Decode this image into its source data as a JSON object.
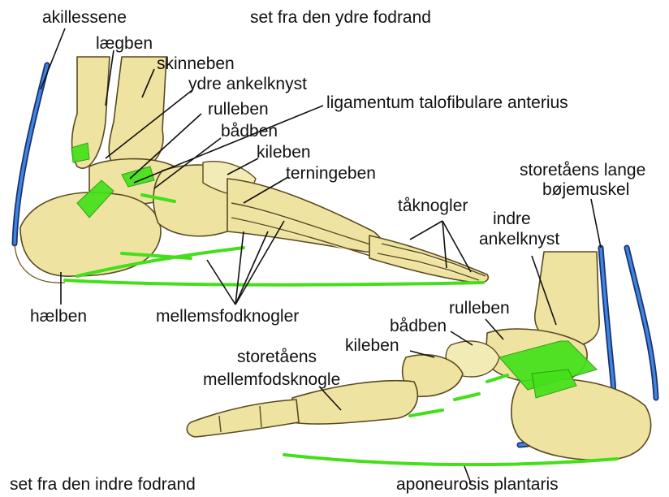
{
  "labels": {
    "view_outer": "set fra den ydre fodrand",
    "view_inner": "set fra den indre fodrand",
    "achilles": "akillessene",
    "fibula": "lægben",
    "tibia": "skinneben",
    "lateral_malleolus": "ydre ankelknyst",
    "talus_top": "rulleben",
    "navicular_top": "bådben",
    "cuneiform_top": "kileben",
    "cuboid": "terningeben",
    "ligament": "ligamentum talofibulare anterius",
    "phalanges": "tåknogler",
    "calcaneus": "hælben",
    "metatarsals": "mellemsfodknogler",
    "flexor_line1": "storetåens lange",
    "flexor_line2": "bøjemuskel",
    "medial_malleolus_line1": "indre",
    "medial_malleolus_line2": "ankelknyst",
    "talus_bottom": "rulleben",
    "navicular_bottom": "bådben",
    "cuneiform_bottom": "kileben",
    "first_metatarsal_line1": "storetåens",
    "first_metatarsal_line2": "mellemfodsknogle",
    "plantar_fascia": "aponeurosis plantaris"
  },
  "colors": {
    "bone": "#efe3a2",
    "ligament": "#43e01a",
    "tendon_outer": "#1c2f6e",
    "tendon_inner": "#3d86e0"
  }
}
